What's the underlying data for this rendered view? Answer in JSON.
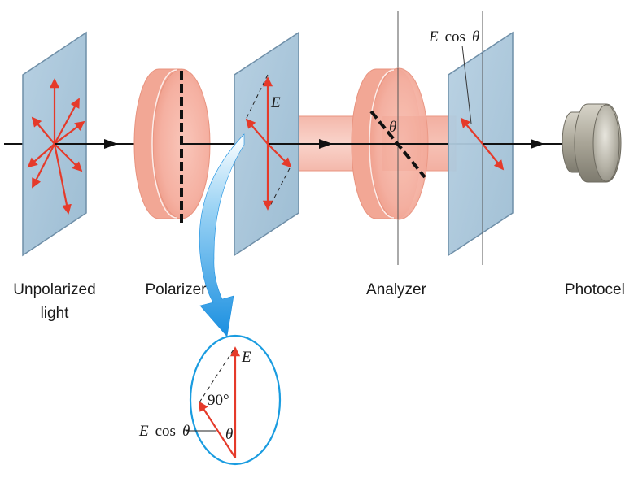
{
  "labels": {
    "unpolarized_line1": "Unpolarized",
    "unpolarized_line2": "light",
    "polarizer": "Polarizer",
    "analyzer": "Analyzer",
    "photocell": "Photocell"
  },
  "math": {
    "e_symbol": "E",
    "cos": "cos",
    "theta": "θ",
    "right_angle": "90°"
  },
  "colors": {
    "plate_fill": "#a9c6da",
    "plate_edge": "#6f8fa8",
    "disk_fill": "#f6b8aa",
    "disk_edge": "#e8937f",
    "beam": "#f3a493",
    "arrow_red": "#e53a2a",
    "curve_blue": "#1a9ce0",
    "axis_black": "#111111"
  },
  "icons": {
    "photocell": "cylinder-sensor"
  }
}
